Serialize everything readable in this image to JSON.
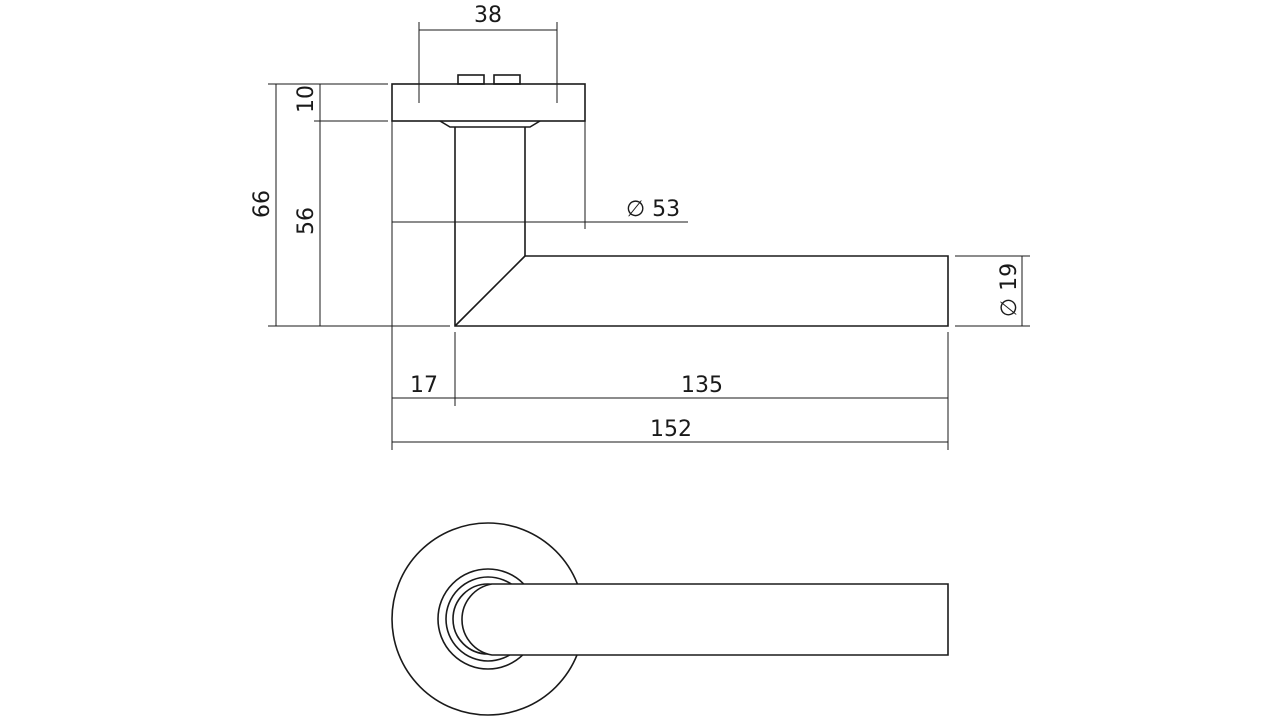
{
  "drawing": {
    "labels": {
      "screw_spacing": "38",
      "rose_thickness": "10",
      "total_height": "66",
      "lever_height": "56",
      "rose_diameter": "∅ 53",
      "lever_diameter": "∅ 19",
      "offset": "17",
      "lever_length": "135",
      "total_length": "152"
    },
    "colors": {
      "line": "#1a1a1a",
      "background": "#ffffff"
    }
  }
}
